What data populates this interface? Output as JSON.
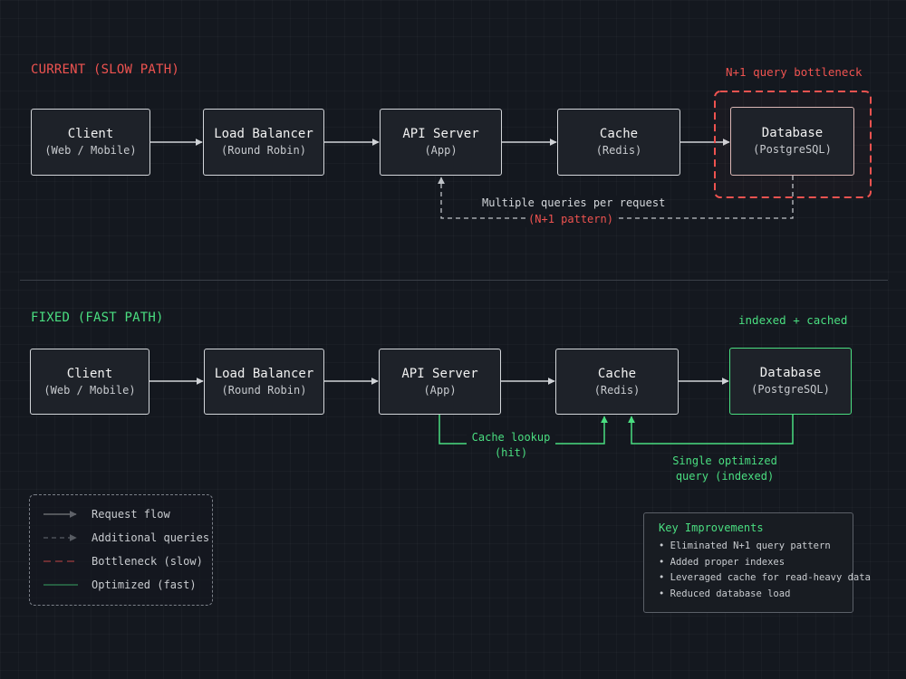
{
  "current": {
    "title": "CURRENT (SLOW PATH)",
    "bottleneck_label": "N+1 query bottleneck",
    "nodes": [
      {
        "id": "client",
        "title": "Client",
        "sub": "(Web / Mobile)"
      },
      {
        "id": "lb",
        "title": "Load Balancer",
        "sub": "(Round Robin)"
      },
      {
        "id": "api",
        "title": "API Server",
        "sub": "(App)"
      },
      {
        "id": "cache",
        "title": "Cache",
        "sub": "(Redis)"
      },
      {
        "id": "db",
        "title": "Database",
        "sub": "(PostgreSQL)"
      }
    ],
    "return_label": "Multiple queries per request",
    "return_sublabel": "(N+1 pattern)"
  },
  "fixed": {
    "title": "FIXED (FAST PATH)",
    "db_label": "indexed + cached",
    "nodes": [
      {
        "id": "client",
        "title": "Client",
        "sub": "(Web / Mobile)"
      },
      {
        "id": "lb",
        "title": "Load Balancer",
        "sub": "(Round Robin)"
      },
      {
        "id": "api",
        "title": "API Server",
        "sub": "(App)"
      },
      {
        "id": "cache",
        "title": "Cache",
        "sub": "(Redis)"
      },
      {
        "id": "db",
        "title": "Database",
        "sub": "(PostgreSQL)"
      }
    ],
    "cache_lookup_label": "Cache lookup",
    "cache_lookup_sublabel": "(hit)",
    "db_query_label": "Single optimized",
    "db_query_sublabel": "query (indexed)"
  },
  "legend": {
    "items": [
      {
        "label": "Request flow",
        "style": "solid-arrow"
      },
      {
        "label": "Additional queries",
        "style": "dashed-arrow"
      },
      {
        "label": "Bottleneck (slow)",
        "style": "red-dashed"
      },
      {
        "label": "Optimized (fast)",
        "style": "green-solid"
      }
    ]
  },
  "improvements": {
    "title": "Key Improvements",
    "items": [
      "• Eliminated N+1 query pattern",
      "• Added proper indexes",
      "• Leveraged cache for read-heavy data",
      "• Reduced database load"
    ]
  },
  "colors": {
    "background": "#14181f",
    "node_fill": "#1e2229",
    "node_border": "#d3d6da",
    "slow": "#ef5350",
    "fast": "#4ade80",
    "arrow": "#d0d3d7",
    "dashed": "#bfc3c8"
  }
}
